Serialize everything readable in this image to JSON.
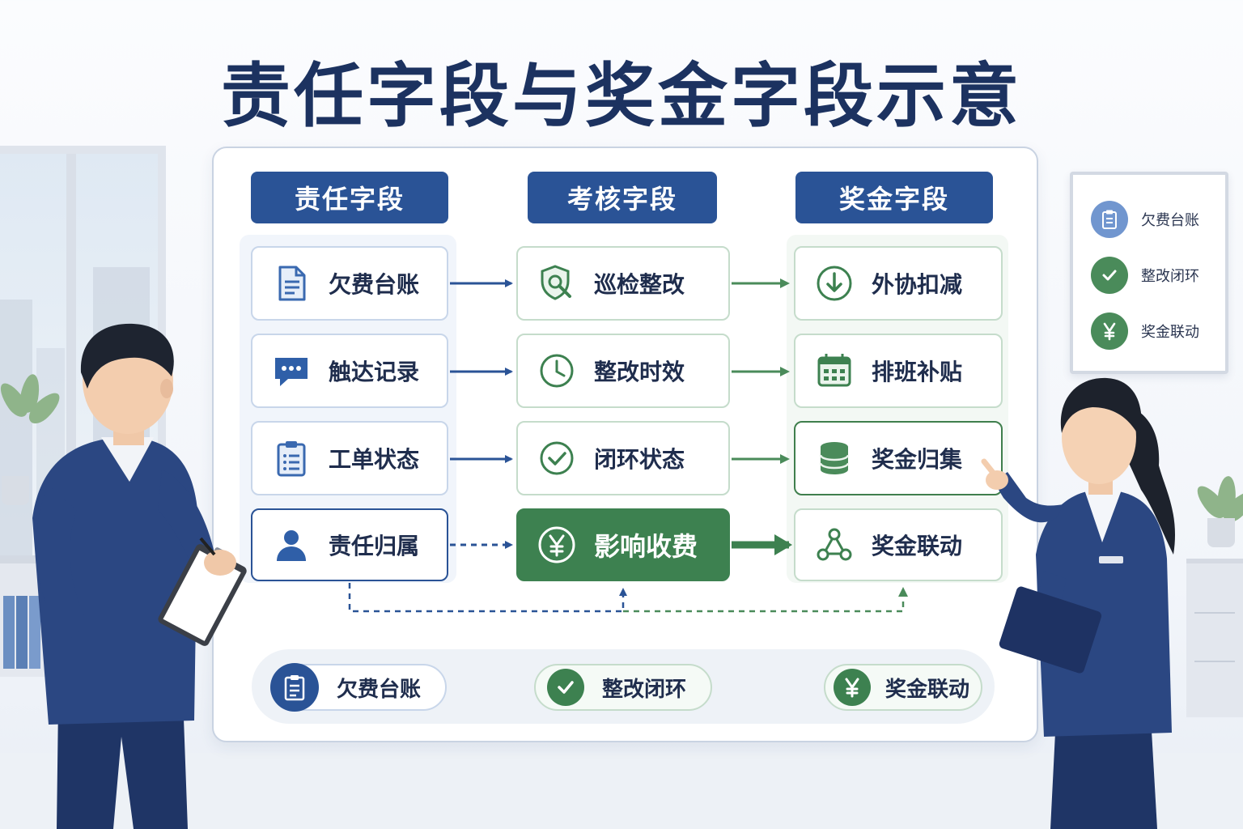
{
  "title": "责任字段与奖金字段示意",
  "columns": {
    "responsibility": {
      "header": "责任字段",
      "items": [
        "欠费台账",
        "触达记录",
        "工单状态",
        "责任归属"
      ]
    },
    "assessment": {
      "header": "考核字段",
      "items": [
        "巡检整改",
        "整改时效",
        "闭环状态",
        "影响收费"
      ]
    },
    "bonus": {
      "header": "奖金字段",
      "items": [
        "外协扣减",
        "排班补贴",
        "奖金归集",
        "奖金联动"
      ]
    }
  },
  "summary_flow": [
    "欠费台账",
    "整改闭环",
    "奖金联动"
  ],
  "legend": [
    "欠费台账",
    "整改闭环",
    "奖金联动"
  ],
  "colors": {
    "navy": "#2a5396",
    "title": "#1c3260",
    "green": "#3d8150",
    "green_light": "#5a9c68",
    "blue_icon": "#3a69b0"
  },
  "icons": {
    "responsibility": [
      "document-icon",
      "chat-icon",
      "clipboard-list-icon",
      "user-icon"
    ],
    "assessment": [
      "shield-search-icon",
      "clock-icon",
      "check-circle-icon",
      "yen-circle-icon"
    ],
    "bonus": [
      "download-circle-icon",
      "calendar-icon",
      "database-icon",
      "network-icon"
    ]
  }
}
